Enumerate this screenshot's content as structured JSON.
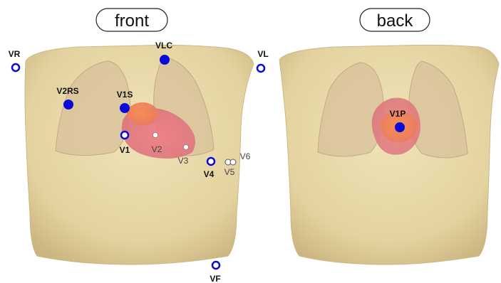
{
  "panels": {
    "front": {
      "label": "front"
    },
    "back": {
      "label": "back"
    }
  },
  "leads": {
    "VR": "VR",
    "VLC": "VLC",
    "VL": "VL",
    "V2RS": "V2RS",
    "V1S": "V1S",
    "V1": "V1",
    "V2": "V2",
    "V3": "V3",
    "V4": "V4",
    "V5": "V5",
    "V6": "V6",
    "VF": "VF",
    "V1P": "V1P"
  },
  "colors": {
    "torso": "#e7d8a6",
    "torso_shade": "#d6c28d",
    "lung": "#d9c3a0",
    "heart": "#e8747a",
    "heart_core": "#f0894f",
    "electrode_filled": "#0a0ad6",
    "electrode_ring": "#0a0ad6",
    "electrode_small": "#ffffff"
  }
}
